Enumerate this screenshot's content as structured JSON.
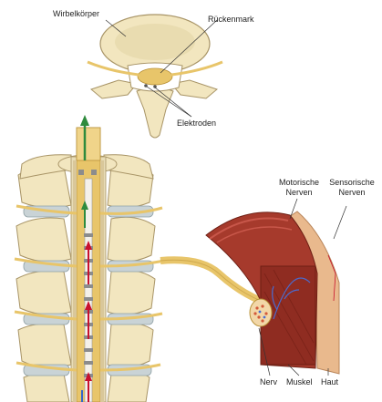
{
  "labels": {
    "wirbelkoerper": "Wirbelkörper",
    "rueckenmark": "Rückenmark",
    "elektroden": "Elektroden",
    "motorische_nerven": "Motorische\nNerven",
    "sensorische_nerven": "Sensorische\nNerven",
    "nerv": "Nerv",
    "muskel": "Muskel",
    "haut": "Haut"
  },
  "colors": {
    "bone": "#f2e6bf",
    "bone_dark": "#cdb88a",
    "disc": "#c9d3d6",
    "nerve": "#e8c56a",
    "muscle": "#a63a2c",
    "muscle_dark": "#7e2418",
    "skin": "#e9b98d",
    "sensory_arrow": "#2e8b3d",
    "motor_arrow": "#c8102e",
    "electrode": "#8c8c8c"
  }
}
